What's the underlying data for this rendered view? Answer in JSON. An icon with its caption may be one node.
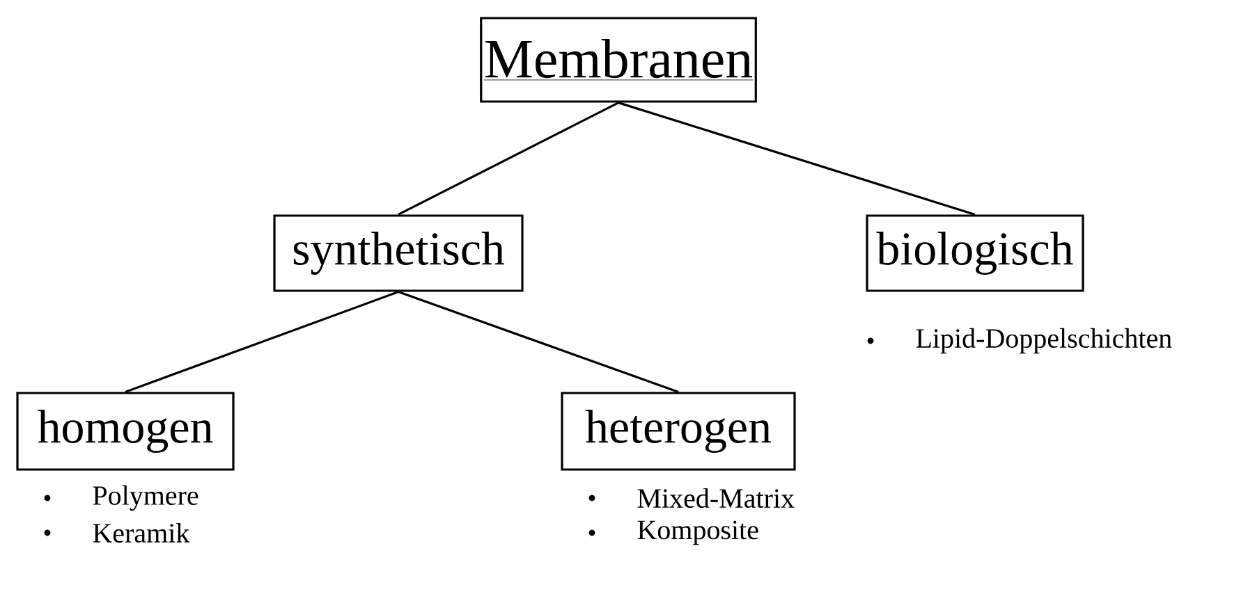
{
  "diagram": {
    "nodes": [
      {
        "text": [
          "Membranen"
        ]
      },
      {
        "text": [
          "synthetisch"
        ]
      },
      {
        "text": [
          "biologisch"
        ],
        "beside": [
          "Lipid-Doppelschichten"
        ]
      },
      {
        "text": [
          "homogen"
        ],
        "beside": [
          "Polymere",
          "Keramik"
        ]
      },
      {
        "text": [
          "heterogen"
        ],
        "beside": [
          "Mixed-Matrix",
          "Komposite"
        ]
      }
    ],
    "edges": [
      {
        "from": 0,
        "to": 1,
        "arrow": "none"
      },
      {
        "from": 0,
        "to": 2,
        "arrow": "none"
      },
      {
        "from": 1,
        "to": 3,
        "arrow": "none"
      },
      {
        "from": 1,
        "to": 4,
        "arrow": "none"
      }
    ]
  }
}
